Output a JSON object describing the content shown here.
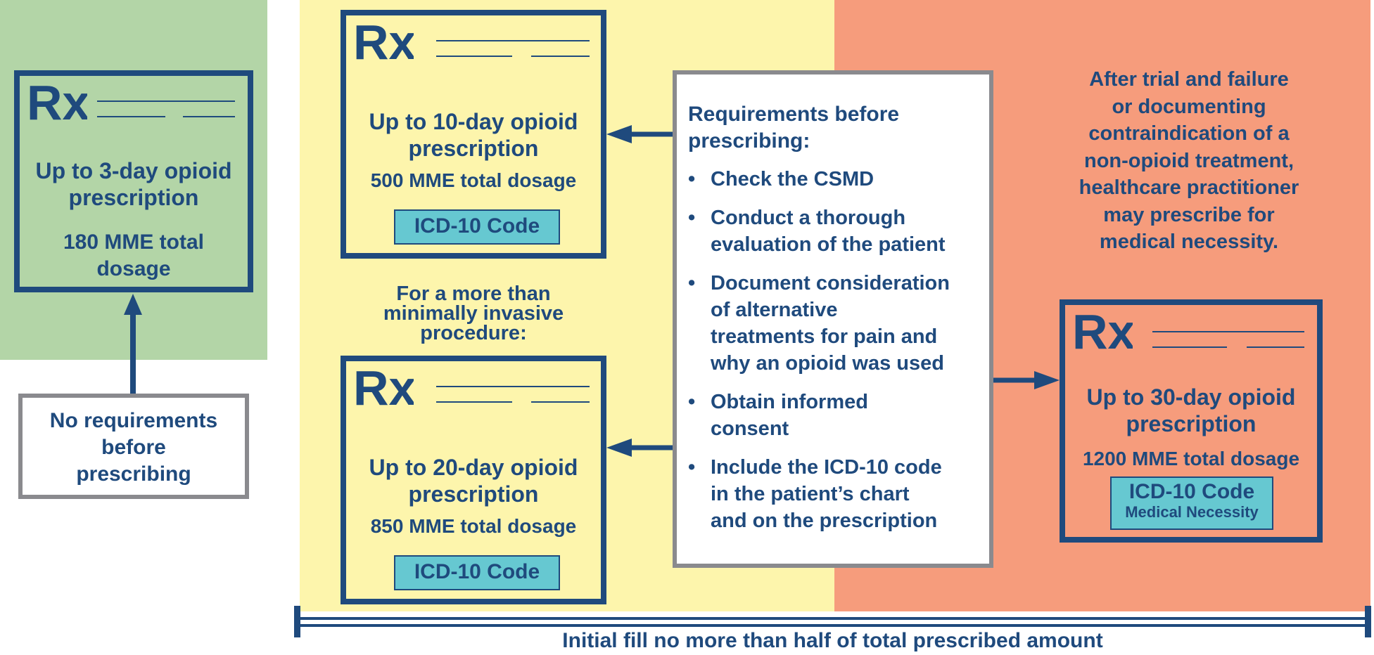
{
  "colors": {
    "navy": "#1f4a7d",
    "green_zone": "#b3d5a7",
    "yellow_zone": "#fdf5ac",
    "orange_zone": "#f69c7c",
    "icd_fill": "#66c8d1",
    "grey_border": "#8a8a8e"
  },
  "rx_3day": {
    "logo": "Rx",
    "title_line1": "Up to 3-day opioid",
    "title_line2": "prescription",
    "dose_line1": "180 MME total",
    "dose_line2": "dosage"
  },
  "no_requirements": {
    "line1": "No requirements",
    "line2": "before",
    "line3": "prescribing"
  },
  "rx_10day": {
    "logo": "Rx",
    "title_line1": "Up to 10-day opioid",
    "title_line2": "prescription",
    "dose": "500 MME total dosage",
    "code": "ICD-10 Code"
  },
  "invasive_note": {
    "line1": "For a more than",
    "line2": "minimally invasive",
    "line3": "procedure:"
  },
  "rx_20day": {
    "logo": "Rx",
    "title_line1": "Up to 20-day opioid",
    "title_line2": "prescription",
    "dose": "850 MME total dosage",
    "code": "ICD-10 Code"
  },
  "requirements": {
    "title_line1": "Requirements before",
    "title_line2": "prescribing:",
    "bullet": "•",
    "items": [
      {
        "line1": "Check the CSMD"
      },
      {
        "line1": "Conduct a thorough",
        "line2": "evaluation of the patient"
      },
      {
        "line1": "Document consideration",
        "line2": "of alternative",
        "line3": "treatments for pain and",
        "line4": "why an opioid was used"
      },
      {
        "line1": "Obtain informed",
        "line2": "consent"
      },
      {
        "line1": "Include the ICD-10 code",
        "line2": "in the patient’s chart",
        "line3": "and on the prescription"
      }
    ]
  },
  "medical_necessity_note": {
    "line1": "After trial and failure",
    "line2": "or documenting",
    "line3": "contraindication of a",
    "line4": "non-opioid treatment,",
    "line5": "healthcare practitioner",
    "line6": "may prescribe for",
    "line7": "medical necessity."
  },
  "rx_30day": {
    "logo": "Rx",
    "title_line1": "Up to 30-day opioid",
    "title_line2": "prescription",
    "dose": "1200 MME total dosage",
    "code": "ICD-10 Code",
    "code_sub": "Medical Necessity"
  },
  "footer": {
    "label": "Initial fill no more than half of total prescribed amount"
  }
}
